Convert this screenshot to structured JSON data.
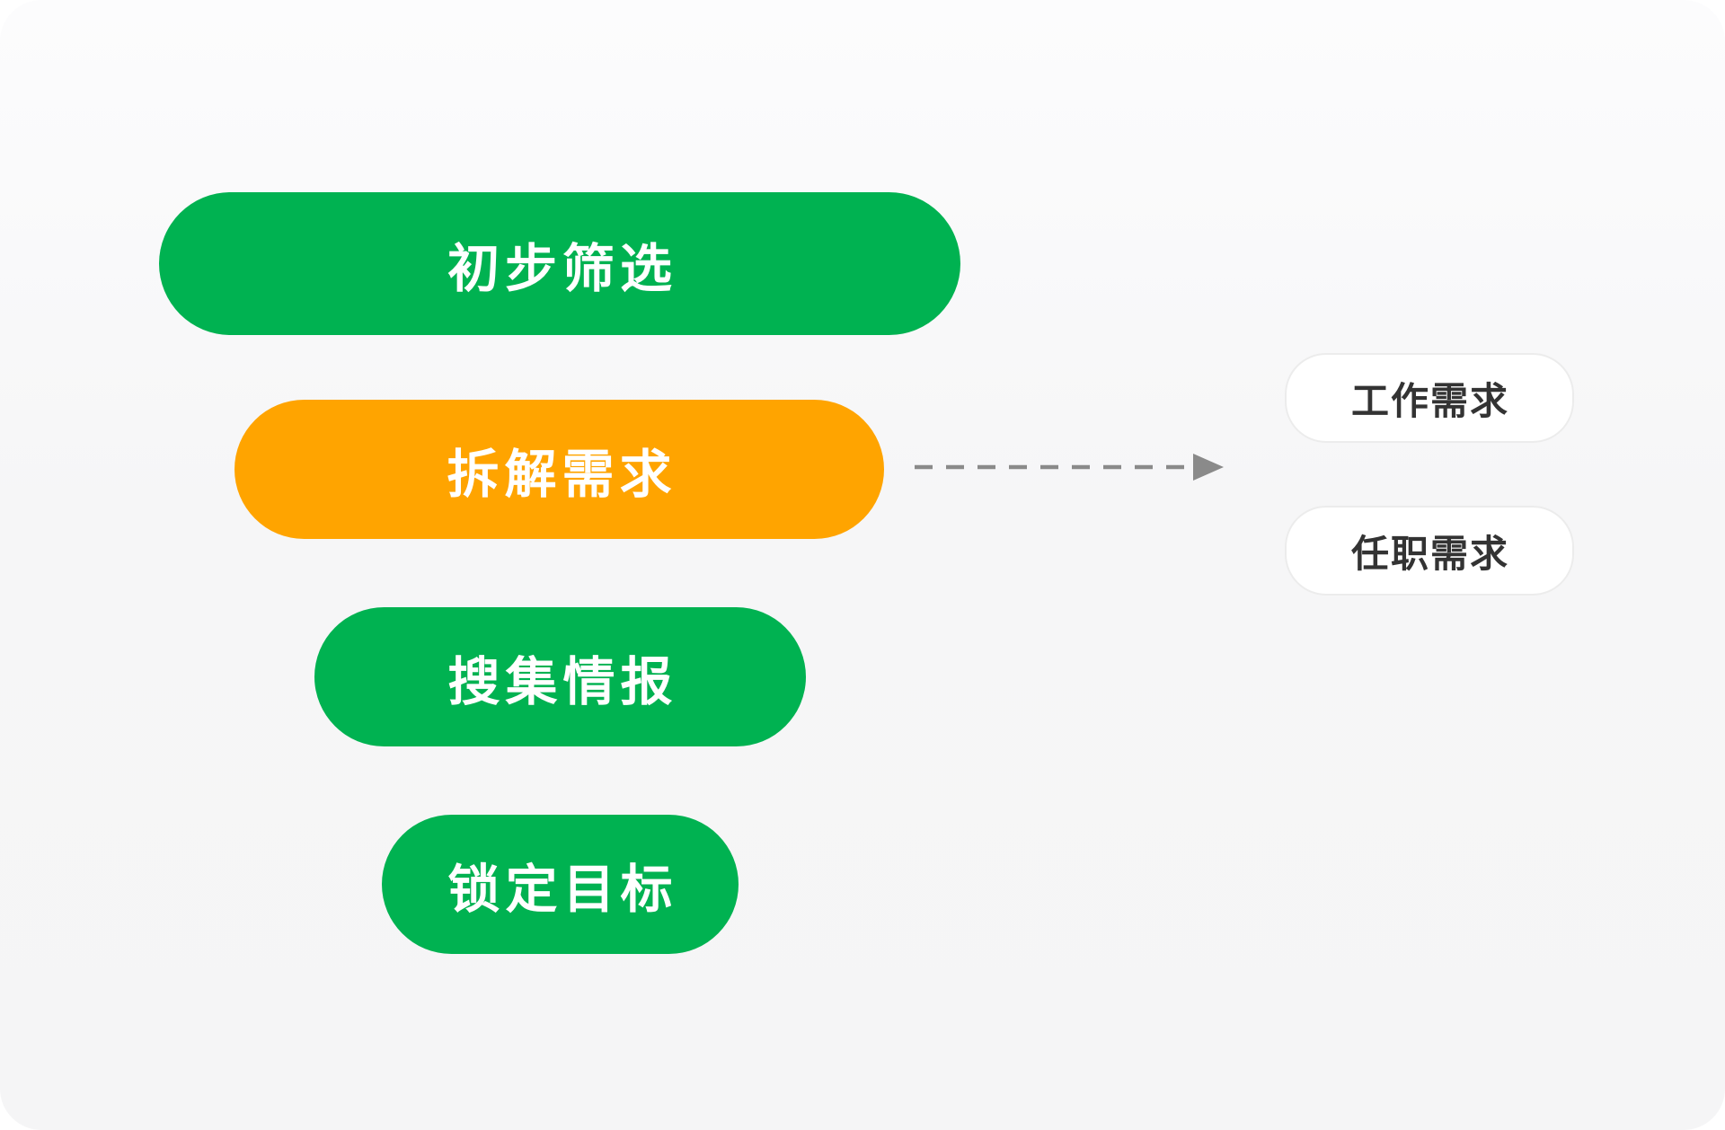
{
  "colors": {
    "green": "#00b251",
    "orange": "#ffa400",
    "pill_text": "#ffffff",
    "tag_bg": "#ffffff",
    "tag_border": "#ececec",
    "tag_text": "#333333",
    "arrow": "#8a8a8a",
    "card_bg": "#f6f6f7"
  },
  "funnel": {
    "steps": [
      {
        "label": "初步筛选",
        "color": "green"
      },
      {
        "label": "拆解需求",
        "color": "orange"
      },
      {
        "label": "搜集情报",
        "color": "green"
      },
      {
        "label": "锁定目标",
        "color": "green"
      }
    ]
  },
  "branches": [
    {
      "label": "工作需求"
    },
    {
      "label": "任职需求"
    }
  ],
  "connector": {
    "type": "dashed-arrow",
    "from": "拆解需求",
    "to": [
      "工作需求",
      "任职需求"
    ]
  }
}
